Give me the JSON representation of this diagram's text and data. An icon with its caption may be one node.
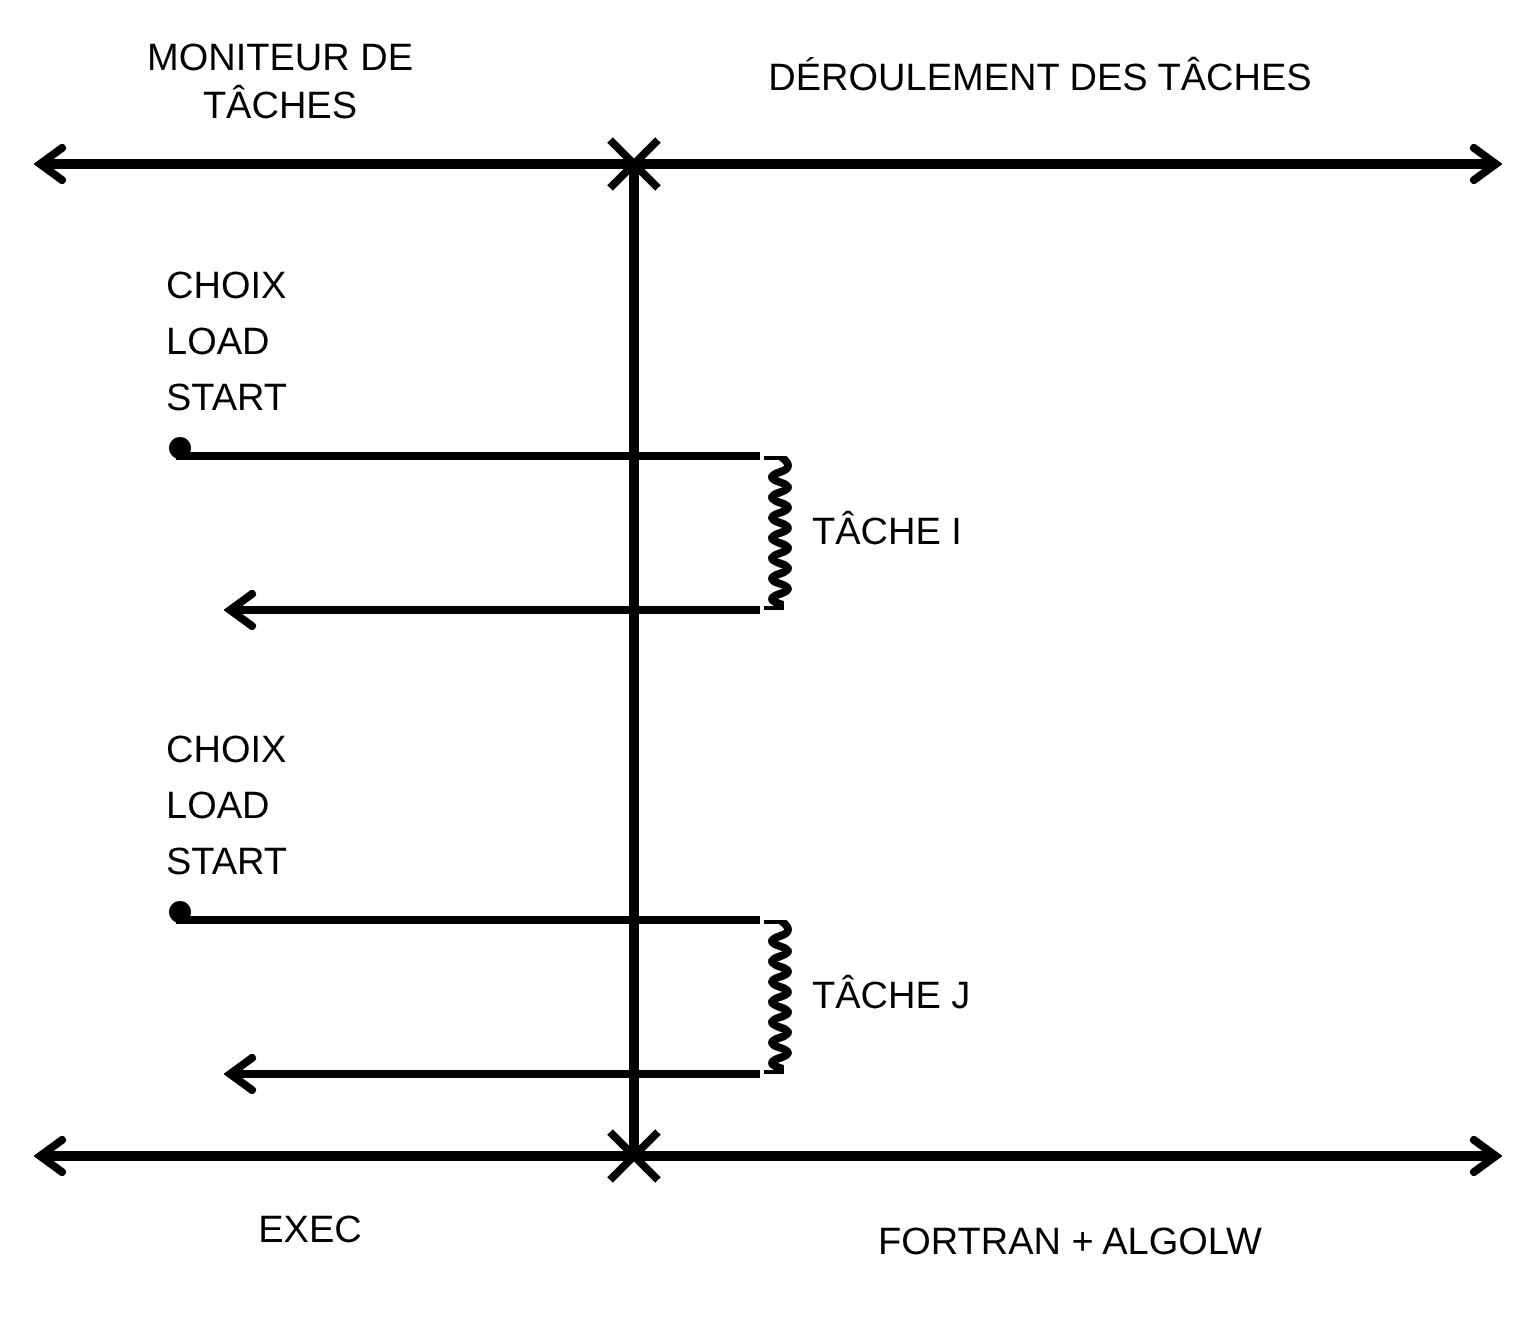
{
  "diagram": {
    "nodes": [
      {
        "text": [
          "CHOIX LOAD START"
        ]
      },
      {
        "text": [
          "TÂCHE I"
        ]
      },
      {
        "text": [
          "CHOIX LOAD START"
        ]
      },
      {
        "text": [
          "TÂCHE J"
        ]
      }
    ],
    "edges": [
      {
        "from": 0,
        "to": 1,
        "arrow": "other"
      },
      {
        "from": 1,
        "to": null,
        "arrow": "to"
      },
      {
        "from": 2,
        "to": 3,
        "arrow": "other"
      },
      {
        "from": 3,
        "to": null,
        "arrow": "to"
      }
    ],
    "labels": [
      "MONITEUR DE TÂCHES",
      "DÉROULEMENT DES TÂCHES",
      "EXEC",
      "FORTRAN + ALGOLW"
    ]
  }
}
